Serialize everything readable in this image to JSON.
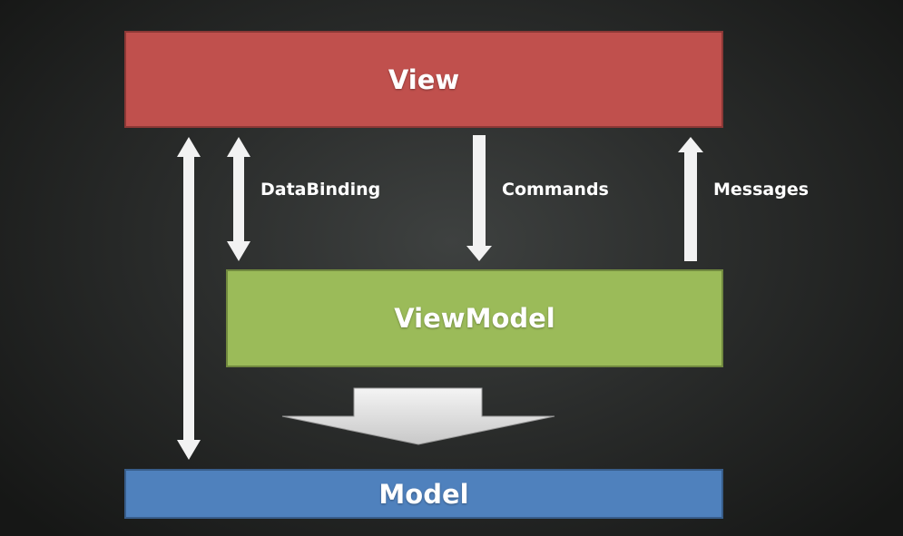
{
  "diagram": {
    "view_label": "View",
    "viewmodel_label": "ViewModel",
    "model_label": "Model",
    "databinding_label": "DataBinding",
    "commands_label": "Commands",
    "messages_label": "Messages"
  },
  "colors": {
    "view": "#c0504d",
    "viewmodel": "#9bbb59",
    "model": "#4f81bd",
    "arrows": "#f2f2f2",
    "big_arrow": "#d9d9d9"
  },
  "icons": {
    "view_model_link": "double-headed-arrow",
    "databinding": "double-headed-arrow",
    "commands": "down-arrow",
    "messages": "up-arrow",
    "viewmodel_to_model": "block-down-arrow"
  }
}
